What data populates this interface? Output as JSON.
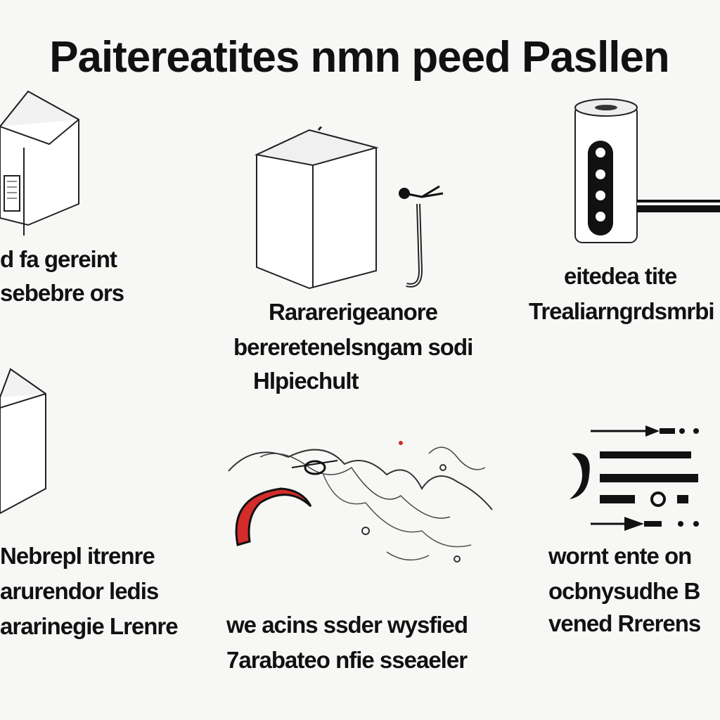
{
  "title": "Paitereatites nmn peed Pasllen",
  "panels": [
    {
      "lines": [
        "d fa gereint",
        "sebebre ors"
      ]
    },
    {
      "lines": [
        "Rararerigeanore",
        "bereretenelsngam sodi",
        "Hlpiechult"
      ]
    },
    {
      "lines": [
        "eitedea tite",
        "Trealiarngrdsmrbi"
      ]
    },
    {
      "lines": [
        "Nebrepl itrenre",
        "arurendor ledis",
        "ararinegie Lrenre"
      ]
    },
    {
      "lines": [
        "we acins ssder wysfied",
        "7arabateo nfie sseaeler"
      ]
    },
    {
      "lines": [
        "wornt ente on",
        "ocbnysudhe B",
        "vened Rrerens"
      ]
    }
  ],
  "colors": {
    "accent_red": "#d42b2b",
    "ink": "#111111",
    "paper": "#f7f7f6"
  }
}
